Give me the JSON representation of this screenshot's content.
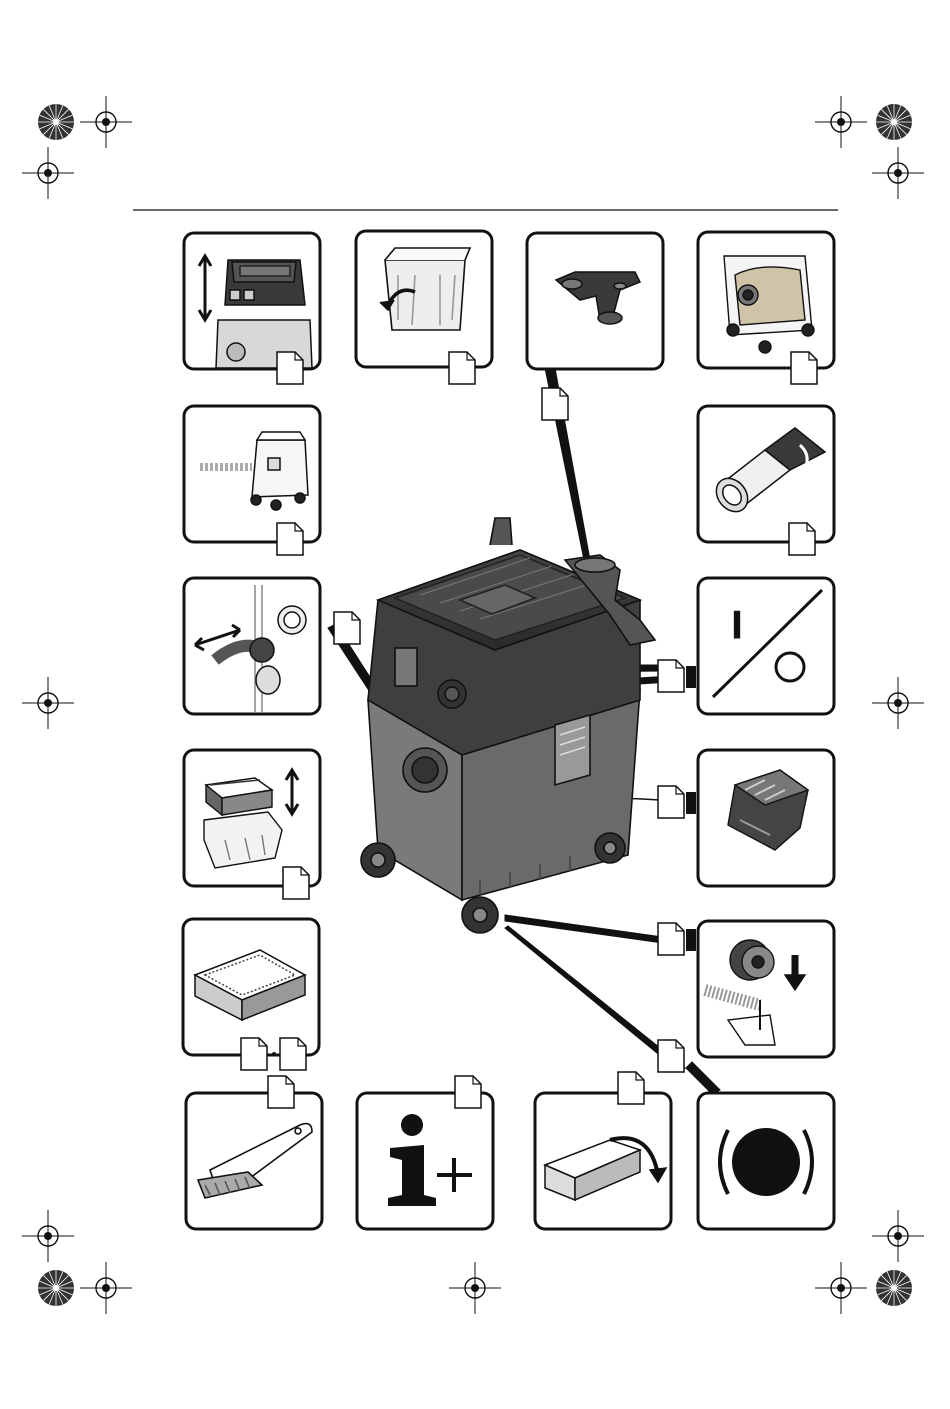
{
  "page": {
    "background": "#ffffff",
    "ink": "#1a1a1a"
  },
  "panels": [
    {
      "id": "motor-head-lift",
      "icon": "motor-head-lift-icon"
    },
    {
      "id": "container-latch",
      "icon": "container-rotate-icon"
    },
    {
      "id": "accessory-holder",
      "icon": "accessory-holder-icon"
    },
    {
      "id": "dust-bag",
      "icon": "dust-bag-icon"
    },
    {
      "id": "exhaust-air",
      "icon": "exhaust-air-icon"
    },
    {
      "id": "hose-adapter",
      "icon": "hose-adapter-icon"
    },
    {
      "id": "hose-connection",
      "icon": "hose-connection-icon"
    },
    {
      "id": "on-off-switch",
      "icon": "on-off-switch-icon",
      "labels": {
        "on": "I",
        "off": "O"
      }
    },
    {
      "id": "filter-removal",
      "icon": "filter-removal-icon"
    },
    {
      "id": "cord-clip",
      "icon": "cord-clip-icon"
    },
    {
      "id": "flat-filter",
      "icon": "flat-filter-icon"
    },
    {
      "id": "castor-fitting",
      "icon": "castor-fitting-icon"
    },
    {
      "id": "cleaning-brush",
      "icon": "brush-icon"
    },
    {
      "id": "more-info",
      "icon": "info-plus-icon",
      "labels": {
        "info": "i+"
      }
    },
    {
      "id": "packaging",
      "icon": "box-icon"
    },
    {
      "id": "noise",
      "icon": "noise-icon"
    }
  ],
  "center": {
    "icon": "vacuum-cleaner-icon"
  }
}
